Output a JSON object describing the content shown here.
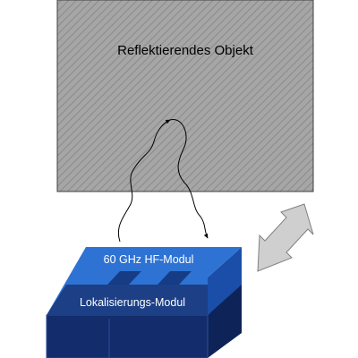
{
  "object": {
    "label": "Reflektierendes Objekt",
    "fill_color": "#a6a6a6",
    "hatch_color": "#8c8c8c",
    "border_color": "#404040"
  },
  "hf_module": {
    "label": "60 GHz HF-Modul",
    "top_color": "#2e73d4",
    "side_color": "#1a4ea8"
  },
  "localization_module": {
    "label": "Lokalisierungs-Modul",
    "top_color": "#1c3f86",
    "front_color": "#132c6b",
    "side_color": "#0e2458"
  },
  "waves": {
    "color": "#000000",
    "arrow": "arrow-head"
  },
  "double_arrow": {
    "fill_color": "#cfcfcf",
    "border_color": "#808080",
    "icon": "double-headed-arrow"
  }
}
